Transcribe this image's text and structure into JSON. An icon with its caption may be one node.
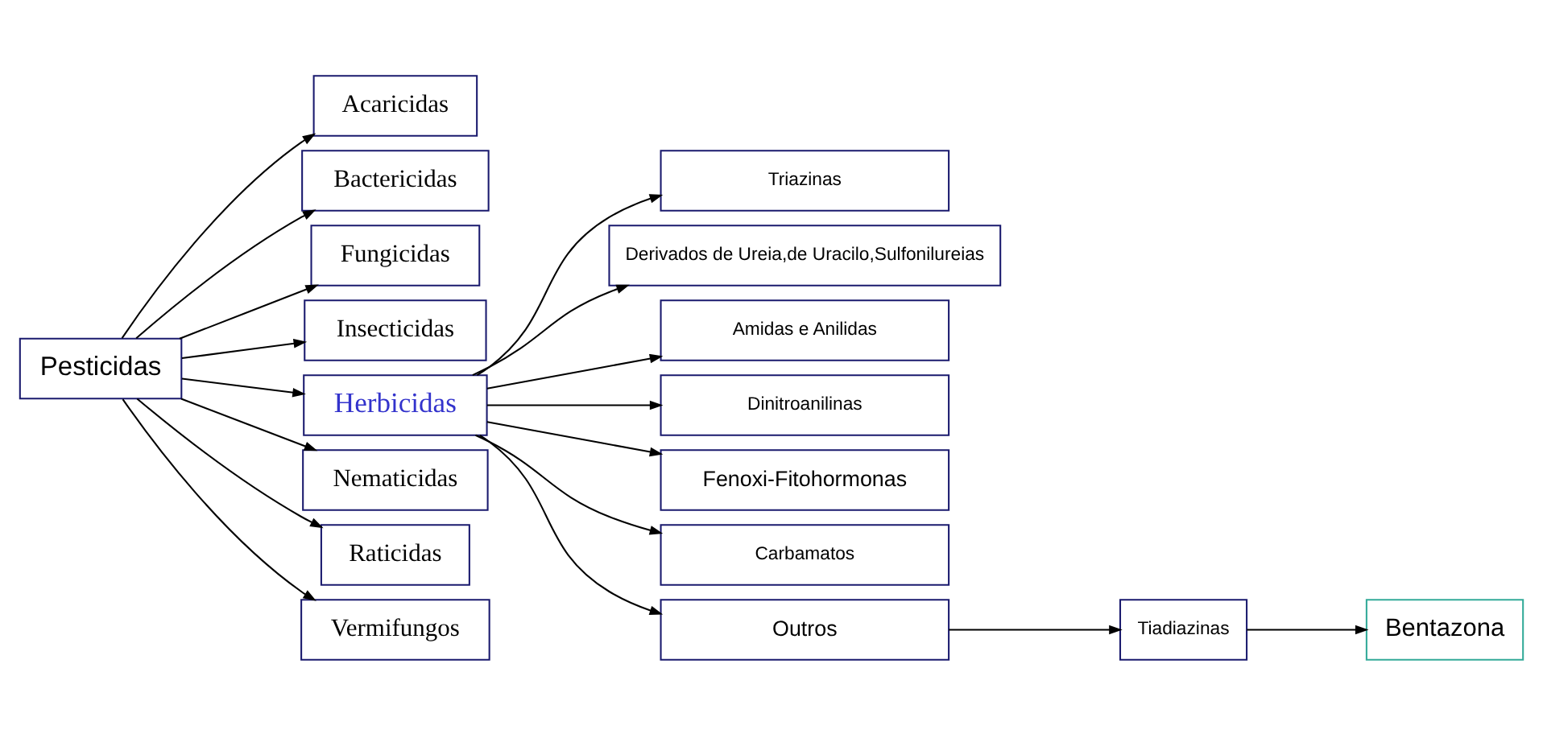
{
  "diagram": {
    "nodes": [
      {
        "text": [
          "Pesticidas"
        ]
      },
      {
        "text": [
          "Acaricidas"
        ]
      },
      {
        "text": [
          "Bactericidas"
        ]
      },
      {
        "text": [
          "Fungicidas"
        ]
      },
      {
        "text": [
          "Insecticidas"
        ]
      },
      {
        "text": [
          "Herbicidas"
        ]
      },
      {
        "text": [
          "Nematicidas"
        ]
      },
      {
        "text": [
          "Raticidas"
        ]
      },
      {
        "text": [
          "Vermifungos"
        ]
      },
      {
        "text": [
          "Triazinas"
        ]
      },
      {
        "text": [
          "Derivados de Ureia,de Uracilo,Sulfonilureias"
        ]
      },
      {
        "text": [
          "Amidas e Anilidas"
        ]
      },
      {
        "text": [
          "Dinitroanilinas"
        ]
      },
      {
        "text": [
          "Fenoxi-Fitohormonas"
        ]
      },
      {
        "text": [
          "Carbamatos"
        ]
      },
      {
        "text": [
          "Outros"
        ]
      },
      {
        "text": [
          "Tiadiazinas"
        ]
      },
      {
        "text": [
          "Bentazona"
        ]
      }
    ],
    "edges": [
      {
        "from": 0,
        "to": 1,
        "arrow": "to"
      },
      {
        "from": 0,
        "to": 2,
        "arrow": "to"
      },
      {
        "from": 0,
        "to": 3,
        "arrow": "to"
      },
      {
        "from": 0,
        "to": 4,
        "arrow": "to"
      },
      {
        "from": 0,
        "to": 5,
        "arrow": "to"
      },
      {
        "from": 0,
        "to": 6,
        "arrow": "to"
      },
      {
        "from": 0,
        "to": 7,
        "arrow": "to"
      },
      {
        "from": 0,
        "to": 8,
        "arrow": "to"
      },
      {
        "from": 5,
        "to": 9,
        "arrow": "to"
      },
      {
        "from": 5,
        "to": 10,
        "arrow": "to"
      },
      {
        "from": 5,
        "to": 11,
        "arrow": "to"
      },
      {
        "from": 5,
        "to": 12,
        "arrow": "to"
      },
      {
        "from": 5,
        "to": 13,
        "arrow": "to"
      },
      {
        "from": 5,
        "to": 14,
        "arrow": "to"
      },
      {
        "from": 5,
        "to": 15,
        "arrow": "to"
      },
      {
        "from": 15,
        "to": 16,
        "arrow": "to"
      },
      {
        "from": 16,
        "to": 17,
        "arrow": "to"
      }
    ]
  }
}
